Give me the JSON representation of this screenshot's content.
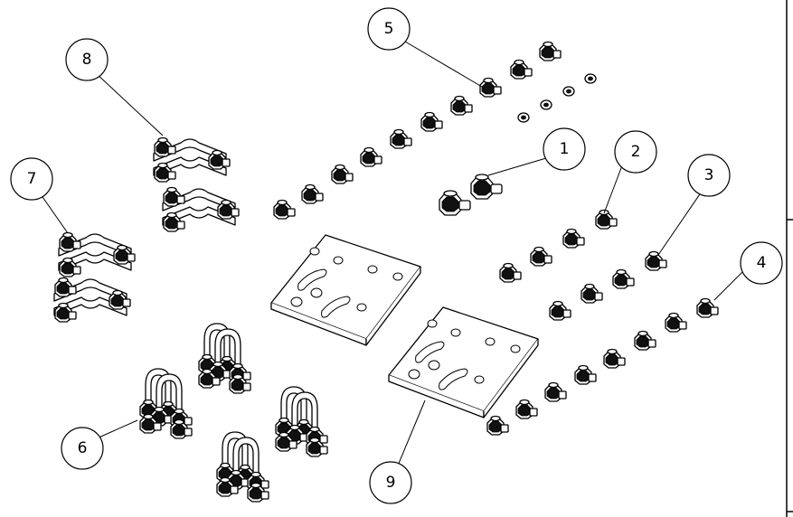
{
  "callouts": [
    {
      "id": "callout-1",
      "number": "1"
    },
    {
      "id": "callout-2",
      "number": "2"
    },
    {
      "id": "callout-3",
      "number": "3"
    },
    {
      "id": "callout-4",
      "number": "4"
    },
    {
      "id": "callout-5",
      "number": "5"
    },
    {
      "id": "callout-6",
      "number": "6"
    },
    {
      "id": "callout-7",
      "number": "7"
    },
    {
      "id": "callout-8",
      "number": "8"
    },
    {
      "id": "callout-9",
      "number": "9"
    }
  ],
  "colors": {
    "line": "#000000",
    "background": "#ffffff"
  }
}
